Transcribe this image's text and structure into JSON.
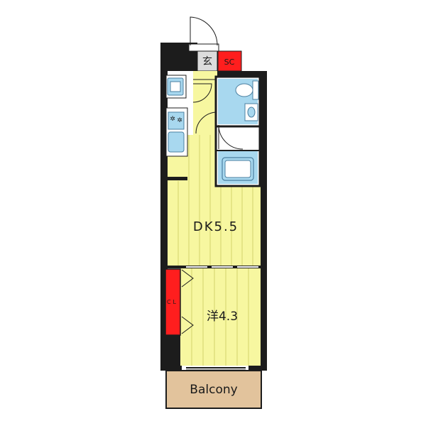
{
  "rooms": {
    "entrance": "玄",
    "shoe_closet": "SC",
    "dining_kitchen": "DK5.5",
    "western_room": "洋4.3",
    "closet": "CL",
    "balcony": "Balcony"
  },
  "colors": {
    "wall": "#1c1c1c",
    "floor_yellow": "#f7f7a0",
    "floor_line": "#d3d36b",
    "storage_red": "#ff1e1e",
    "fixture_blue": "#a8d8ef",
    "fixture_stroke": "#4a7fa0",
    "entrance_gray": "#dcdcdc",
    "balcony_tan": "#e2c39c"
  },
  "icons": {
    "washer": "washing-machine-icon",
    "stove": "stove-icon",
    "sink": "kitchen-sink-icon",
    "toilet": "toilet-icon",
    "washbasin": "washbasin-icon",
    "bathtub": "bathtub-icon"
  }
}
